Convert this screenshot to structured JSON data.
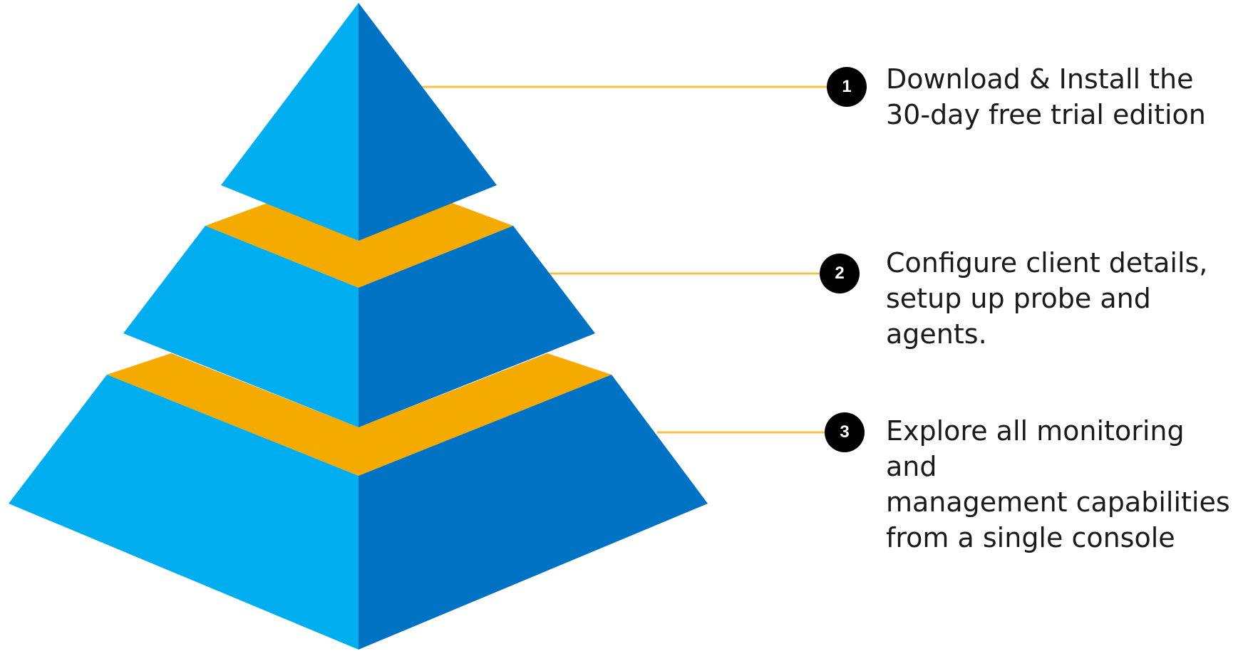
{
  "colors": {
    "face_left": "#00AEEF",
    "face_right": "#0072C3",
    "band": "#F5AA00",
    "connector": "#F5C24B",
    "badge": "#000000"
  },
  "steps": [
    {
      "number": "1",
      "text": "Download & Install the\n30-day free trial edition"
    },
    {
      "number": "2",
      "text": "Configure client details,\nsetup up probe and\nagents."
    },
    {
      "number": "3",
      "text": "Explore all monitoring and\nmanagement capabilities\nfrom a single console"
    }
  ]
}
